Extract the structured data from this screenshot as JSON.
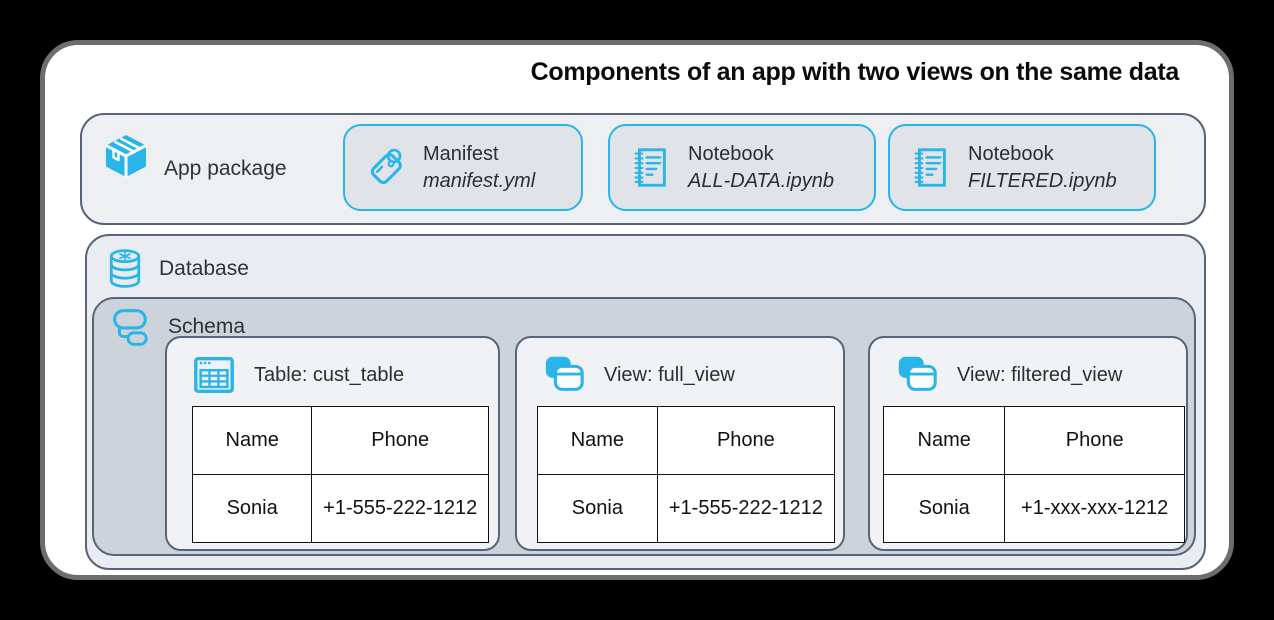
{
  "title": "Components of an app with two views on the same data",
  "colors": {
    "accent": "#29B5E8",
    "container_border": "#5A6478",
    "frame_border": "#6D6D6D"
  },
  "app_package": {
    "label": "App package",
    "icon": "package-icon",
    "items": [
      {
        "icon": "tag-icon",
        "name": "Manifest",
        "file": "manifest.yml"
      },
      {
        "icon": "notebook-icon",
        "name": "Notebook",
        "file": "ALL-DATA.ipynb"
      },
      {
        "icon": "notebook-icon",
        "name": "Notebook",
        "file": "FILTERED.ipynb"
      }
    ]
  },
  "database": {
    "label": "Database",
    "icon": "database-icon",
    "schema": {
      "label": "Schema",
      "icon": "schema-icon",
      "cards": [
        {
          "icon": "table-icon",
          "title": "Table: cust_table",
          "table": {
            "headers": [
              "Name",
              "Phone"
            ],
            "rows": [
              [
                "Sonia",
                "+1-555-222-1212"
              ]
            ]
          }
        },
        {
          "icon": "view-icon",
          "title": "View: full_view",
          "table": {
            "headers": [
              "Name",
              "Phone"
            ],
            "rows": [
              [
                "Sonia",
                "+1-555-222-1212"
              ]
            ]
          }
        },
        {
          "icon": "view-icon",
          "title": "View: filtered_view",
          "table": {
            "headers": [
              "Name",
              "Phone"
            ],
            "rows": [
              [
                "Sonia",
                "+1-xxx-xxx-1212"
              ]
            ]
          }
        }
      ]
    }
  }
}
